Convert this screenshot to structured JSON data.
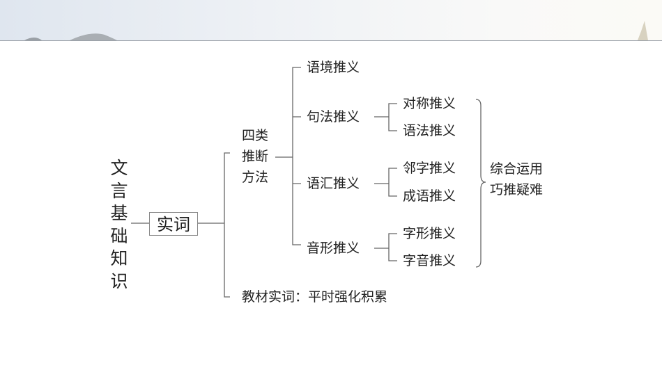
{
  "root": "文言基础知识",
  "node": "实词",
  "method": {
    "label_lines": [
      "四类",
      "推断",
      "方法"
    ]
  },
  "methods": [
    "语境推义",
    "句法推义",
    "语汇推义",
    "音形推义"
  ],
  "sub": {
    "syntax": [
      "对称推义",
      "语法推义"
    ],
    "vocab": [
      "邻字推义",
      "成语推义"
    ],
    "form": [
      "字形推义",
      "字音推义"
    ]
  },
  "summary": [
    "综合运用",
    "巧推疑难"
  ],
  "textbook": "教材实词：平时强化积累"
}
